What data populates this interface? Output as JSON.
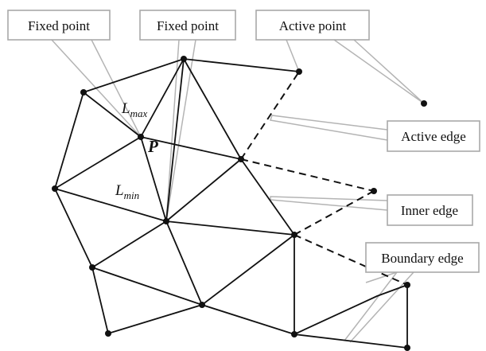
{
  "labels": {
    "fixed_point_1": "Fixed point",
    "fixed_point_2": "Fixed point",
    "active_point": "Active point",
    "active_edge": "Active edge",
    "inner_edge": "Inner edge",
    "boundary_edge": "Boundary edge"
  },
  "math": {
    "p": "P",
    "l": "L",
    "max_sub": "max",
    "min_sub": "min"
  },
  "colors": {
    "edge": "#111111",
    "leader": "#b4b4b4",
    "box_border": "#a8a8a8"
  }
}
